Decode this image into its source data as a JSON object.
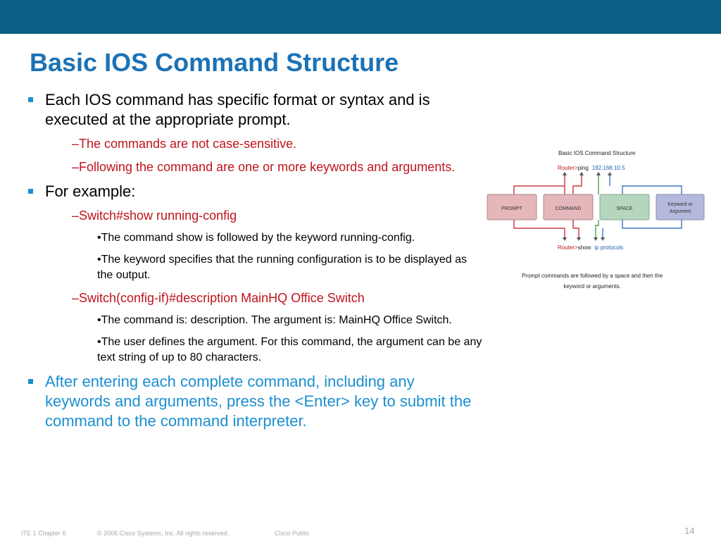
{
  "title": "Basic IOS Command Structure",
  "bullets": {
    "b1": "Each IOS command has specific format or syntax and is executed at the appropriate prompt.",
    "b1_sub1": "–The commands are not case-sensitive.",
    "b1_sub2": "–Following the command are one or more keywords and arguments.",
    "b2": "For example:",
    "b2_sub1": "–Switch#show running-config",
    "b2_sub1_a": "•The command show is followed by the keyword running-config.",
    "b2_sub1_b": "•The keyword specifies that the running configuration is to be displayed as the output.",
    "b2_sub2": "–Switch(config-if)#description MainHQ Office Switch",
    "b2_sub2_a": "•The command is: description. The argument is: MainHQ Office Switch.",
    "b2_sub2_b": "•The user defines the argument. For this command, the argument can be any text string of up to 80 characters.",
    "b3": "After entering each complete command, including any keywords and arguments, press the <Enter> key to submit the command to the command interpreter."
  },
  "diagram": {
    "title": "Basic IOS Command Structure",
    "top_prompt": "Router>",
    "top_command": "ping",
    "top_argument": "192.168.10.5",
    "boxes": {
      "prompt": "PROMPT",
      "command": "COMMAND",
      "space": "SPACE",
      "keyword_line1": "Keyword or",
      "keyword_line2": "Argument"
    },
    "bottom_prompt": "Router>",
    "bottom_command": "show",
    "bottom_keyword": "ip protocols",
    "caption_line1": "Prompt commands are followed by a space and then the",
    "caption_line2": "keyword or arguments."
  },
  "footer": {
    "course": "ITE 1 Chapter 6",
    "copyright": "© 2006 Cisco Systems, Inc. All rights reserved.",
    "classification": "Cisco Public",
    "page": "14"
  },
  "colors": {
    "topbar": "#0b5e85",
    "title": "#1b72b6",
    "bullet": "#1b8fd0",
    "sub": "#c0141c"
  }
}
